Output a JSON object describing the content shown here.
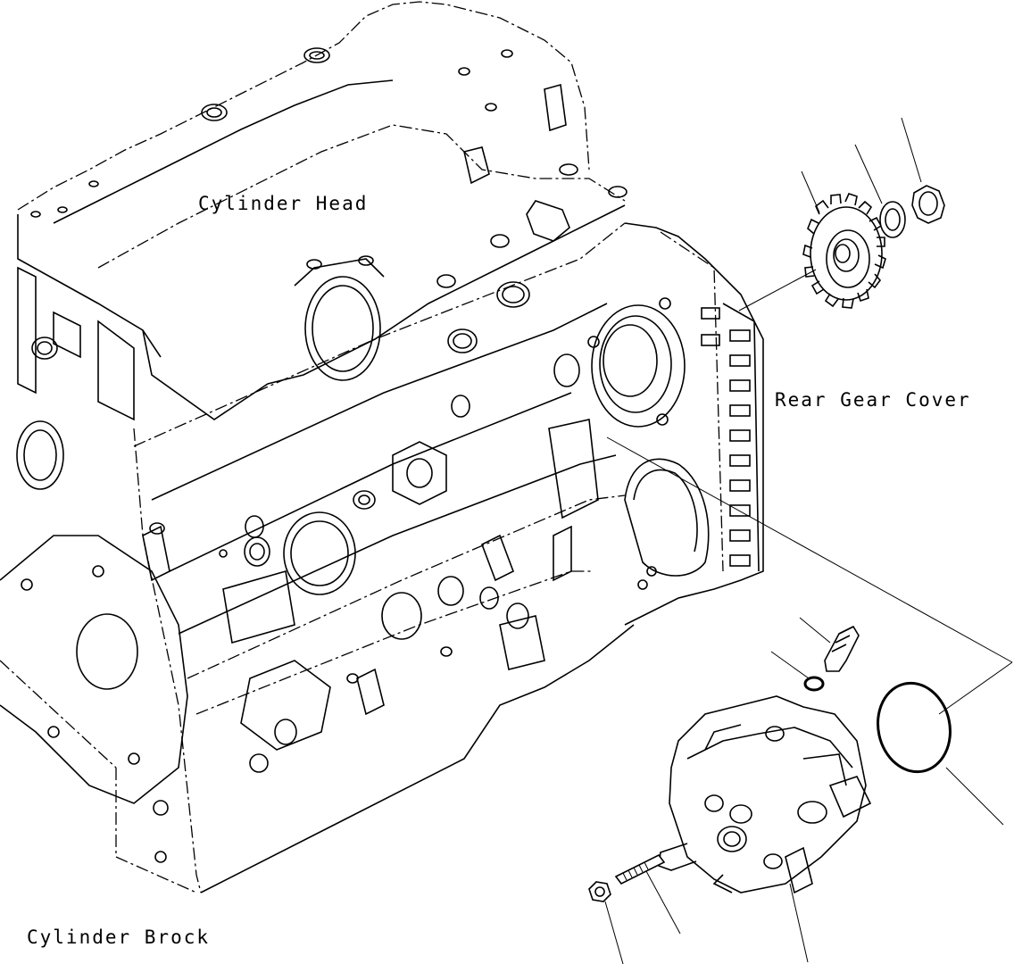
{
  "labels": {
    "cylinder_head": "Cylinder Head",
    "rear_gear_cover": "Rear Gear Cover",
    "cylinder_block": "Cylinder Brock"
  },
  "colors": {
    "line": "#000000",
    "background": "#ffffff"
  }
}
